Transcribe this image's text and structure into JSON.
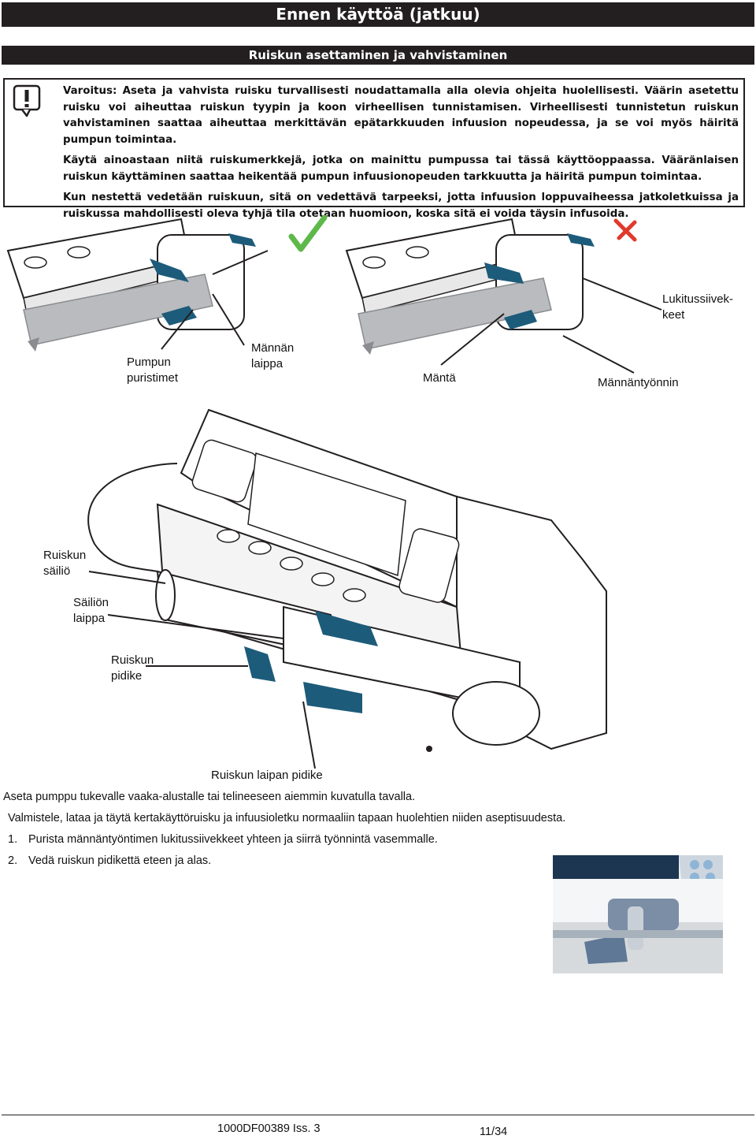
{
  "header": {
    "title": "Ennen käyttöä (jatkuu)",
    "section": "Ruiskun asettaminen ja vahvistaminen"
  },
  "warning": {
    "icon": "warning-exclamation-icon",
    "paragraphs": [
      "Varoitus: Aseta ja vahvista ruisku turvallisesti noudattamalla alla olevia ohjeita huolellisesti. Väärin asetettu ruisku voi aiheuttaa ruiskun tyypin ja koon virheellisen tunnistamisen. Virheellisesti tunnistetun ruiskun vahvistaminen saattaa aiheuttaa merkittävän epätarkkuuden infuusion nopeudessa, ja se voi myös häiritä pumpun toimintaa.",
      "Käytä ainoastaan niitä ruiskumerkkejä, jotka on mainittu pumpussa tai tässä käyttöoppaassa. Vääränlaisen ruiskun käyttäminen saattaa heikentää pumpun infuusionopeuden tarkkuutta ja häiritä pumpun toimintaa.",
      "Kun nestettä vedetään ruiskuun, sitä on vedettävä tarpeeksi, jotta infuusion loppuvaiheessa jatkoletkuissa ja ruiskussa mahdollisesti oleva tyhjä tila otetaan huomioon, koska sitä ei voida täysin infusoida."
    ]
  },
  "figure_top": {
    "correct_icon": "checkmark-icon",
    "incorrect_icon": "cross-icon",
    "labels": {
      "pumpun_puristimet": "Pumpun\npuristimet",
      "mannan_laippa": "Männän\nlaippa",
      "manta": "Mäntä",
      "mannantyonnin": "Männäntyönnin",
      "lukitussiivekkeet": "Lukitussiivek-\nkeet"
    }
  },
  "figure_mid": {
    "labels": {
      "ruiskun_sailio": "Ruiskun\nsäiliö",
      "sailion_laippa": "Säiliön\nlaippa",
      "ruiskun_pidike": "Ruiskun\npidike",
      "ruiskun_laipan_pidike": "Ruiskun laipan pidike"
    }
  },
  "instructions": {
    "intro1": "Aseta pumppu tukevalle vaaka-alustalle tai telineeseen aiemmin kuvatulla tavalla.",
    "intro2": "Valmistele, lataa ja täytä kertakäyttöruisku ja infuusioletku normaaliin tapaan huolehtien niiden aseptisuudesta.",
    "steps": [
      {
        "num": "1.",
        "text": "Purista männäntyöntimen lukitussiivekkeet yhteen ja siirrä työnnintä vasemmalle."
      },
      {
        "num": "2.",
        "text": "Vedä ruiskun pidikettä eteen ja alas."
      }
    ]
  },
  "footer": {
    "doc_id": "1000DF00389 Iss. 3",
    "page": "11/34"
  },
  "colors": {
    "dark_bar": "#231f20",
    "accent_blue": "#1d5b7a",
    "check_green": "#5fb84a",
    "cross_red": "#e03a2d"
  }
}
